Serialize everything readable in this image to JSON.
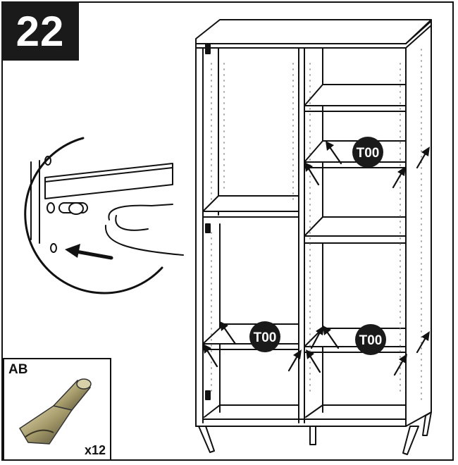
{
  "step": {
    "number": "22"
  },
  "part": {
    "id": "AB",
    "quantity": "x12",
    "name-icon": "shelf-support-pin-icon"
  },
  "badges": {
    "label": "T00"
  },
  "colors": {
    "ink": "#111111",
    "badge": "#1a1a1a",
    "paper": "#ffffff",
    "pin": "#a59a6a"
  }
}
